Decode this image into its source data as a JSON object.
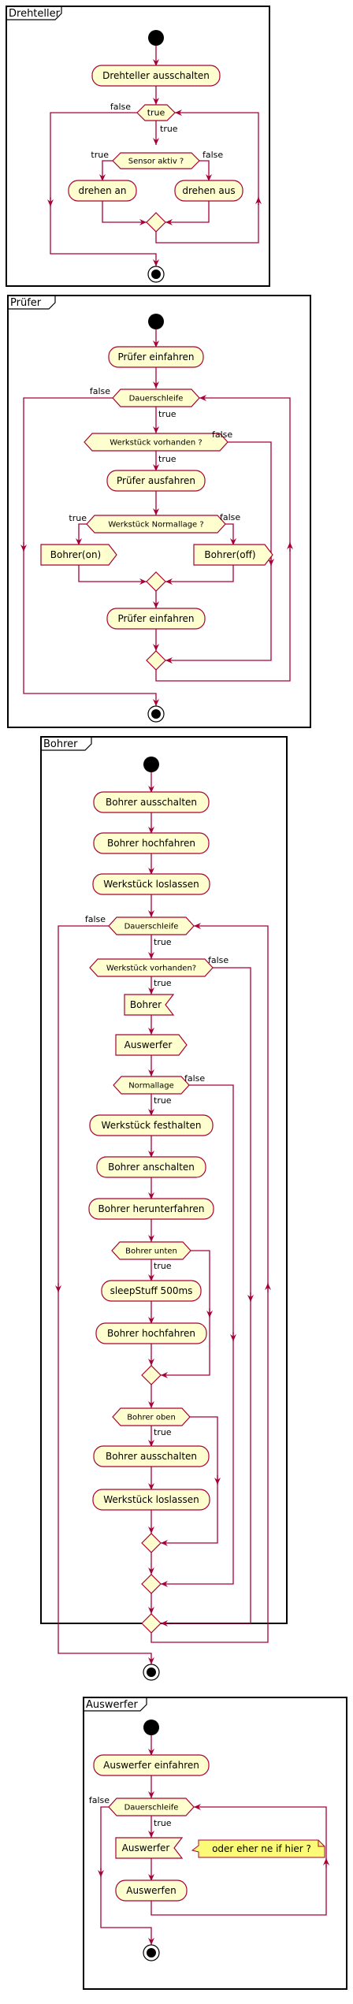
{
  "colors": {
    "frame": "#000000",
    "arrow": "#A80036",
    "node_fill": "#FEFECE",
    "node_stroke": "#A80036",
    "note_fill": "#FBFB77",
    "start_fill": "#000000"
  },
  "partitions": [
    {
      "title": "Drehteller",
      "nodes": {
        "a1": "Drehteller ausschalten",
        "d_loop": "true",
        "d_sensor": "Sensor aktiv ?",
        "a_on": "drehen an",
        "a_off": "drehen aus"
      },
      "labels": {
        "loop_true": "true",
        "loop_false": "false",
        "if_true": "true",
        "if_false": "false"
      }
    },
    {
      "title": "Prüfer",
      "nodes": {
        "a1": "Prüfer einfahren",
        "d_loop": "Dauerschleife",
        "d_ws": "Werkstück vorhanden ?",
        "a2": "Prüfer ausfahren",
        "d_norm": "Werkstück Normallage ?",
        "s_on": "Bohrer(on)",
        "s_off": "Bohrer(off)",
        "a3": "Prüfer einfahren"
      },
      "labels": {
        "loop_true": "true",
        "loop_false": "false",
        "ws_true": "true",
        "ws_false": "false",
        "norm_true": "true",
        "norm_false": "false"
      }
    },
    {
      "title": "Bohrer",
      "nodes": {
        "a1": "Bohrer ausschalten",
        "a2": "Bohrer hochfahren",
        "a3": "Werkstück loslassen",
        "d_loop": "Dauerschleife",
        "d_ws": "Werkstück vorhanden?",
        "r_bohrer": "Bohrer",
        "s_ausw": "Auswerfer",
        "d_norm": "Normallage",
        "a4": "Werkstück festhalten",
        "a5": "Bohrer anschalten",
        "a6": "Bohrer herunterfahren",
        "d_unten": "Bohrer unten",
        "a7": "sleepStuff 500ms",
        "a8": "Bohrer hochfahren",
        "d_oben": "Bohrer oben",
        "a9": "Bohrer ausschalten",
        "a10": "Werkstück loslassen"
      },
      "labels": {
        "loop_true": "true",
        "loop_false": "false",
        "ws_true": "true",
        "ws_false": "false",
        "norm_true": "true",
        "norm_false": "false",
        "unten_true": "true",
        "oben_true": "true"
      }
    },
    {
      "title": "Auswerfer",
      "nodes": {
        "a1": "Auswerfer einfahren",
        "d_loop": "Dauerschleife",
        "r_ausw": "Auswerfer",
        "note": "oder eher ne if hier ?",
        "a2": "Auswerfen"
      },
      "labels": {
        "loop_true": "true",
        "loop_false": "false"
      }
    }
  ]
}
